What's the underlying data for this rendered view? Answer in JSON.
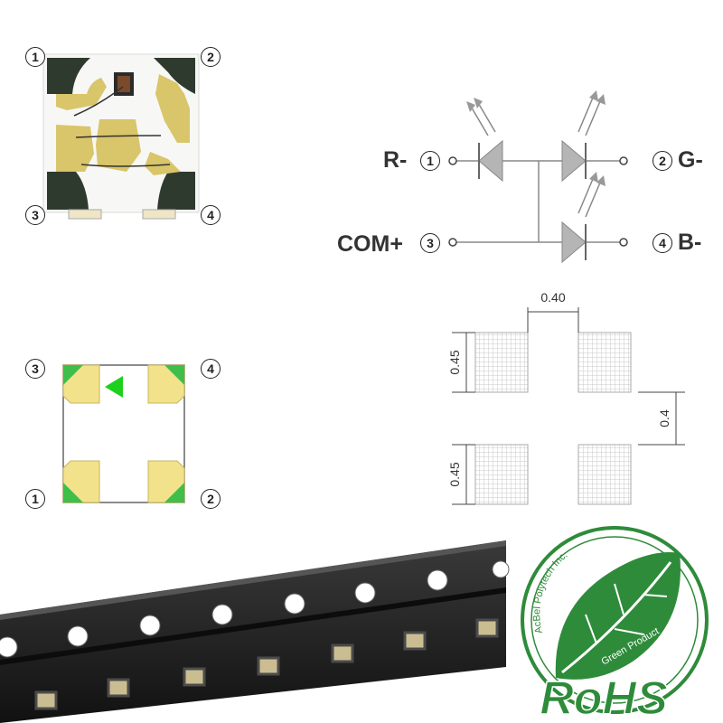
{
  "pins": {
    "p1": "1",
    "p2": "2",
    "p3": "3",
    "p4": "4"
  },
  "schematic": {
    "r_label": "R-",
    "g_label": "G-",
    "b_label": "B-",
    "com_label": "COM+"
  },
  "dimensions": {
    "pad_gap_x": "0.40",
    "pad_height_top": "0.45",
    "pad_gap_y": "0.4",
    "pad_height_bottom": "0.45"
  },
  "rohs": {
    "company": "AcBel Polytech Inc.",
    "tagline": "Green Product",
    "mark": "RoHS"
  },
  "colors": {
    "pad_gold": "#f3e28c",
    "corner_green": "#3fbf4a",
    "arrow_green": "#1ed01e",
    "rohs_green": "#2e8b3a",
    "diode_gray": "#b8b8b8",
    "tape_black": "#1e1e1e"
  }
}
